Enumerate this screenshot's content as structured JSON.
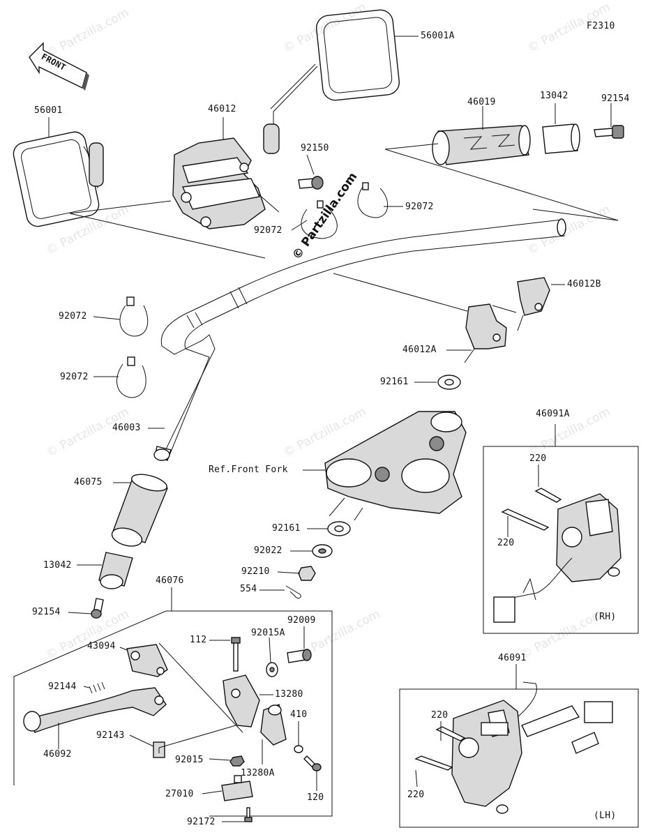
{
  "figure_code": "F2310",
  "front_arrow_label": "FRONT",
  "watermark": "© Partzilla.com",
  "watermark_center": "© Partzilla.com",
  "ref_label": "Ref.Front Fork",
  "labels": {
    "p56001A": "56001A",
    "p56001": "56001",
    "p46012": "46012",
    "p92150": "92150",
    "p46019": "46019",
    "p13042_top": "13042",
    "p92154_top": "92154",
    "p92072_a": "92072",
    "p92072_b": "92072",
    "p92072_c": "92072",
    "p92072_d": "92072",
    "p46012B": "46012B",
    "p46012A": "46012A",
    "p92161_a": "92161",
    "p46003": "46003",
    "p46075": "46075",
    "p46091A": "46091A",
    "p220_a": "220",
    "p220_b": "220",
    "p92161_b": "92161",
    "p92022": "92022",
    "p92210": "92210",
    "p554": "554",
    "p13042_bot": "13042",
    "p46076": "46076",
    "p92154_bot": "92154",
    "p92009": "92009",
    "p92015A": "92015A",
    "p112": "112",
    "p43094": "43094",
    "p13280": "13280",
    "p92144": "92144",
    "p410": "410",
    "p92143": "92143",
    "p46092": "46092",
    "p92015": "92015",
    "p13280A": "13280A",
    "p120": "120",
    "p27010": "27010",
    "p92172": "92172",
    "p46091": "46091",
    "p220_c": "220",
    "p220_d": "220",
    "rh": "(RH)",
    "lh": "(LH)"
  }
}
